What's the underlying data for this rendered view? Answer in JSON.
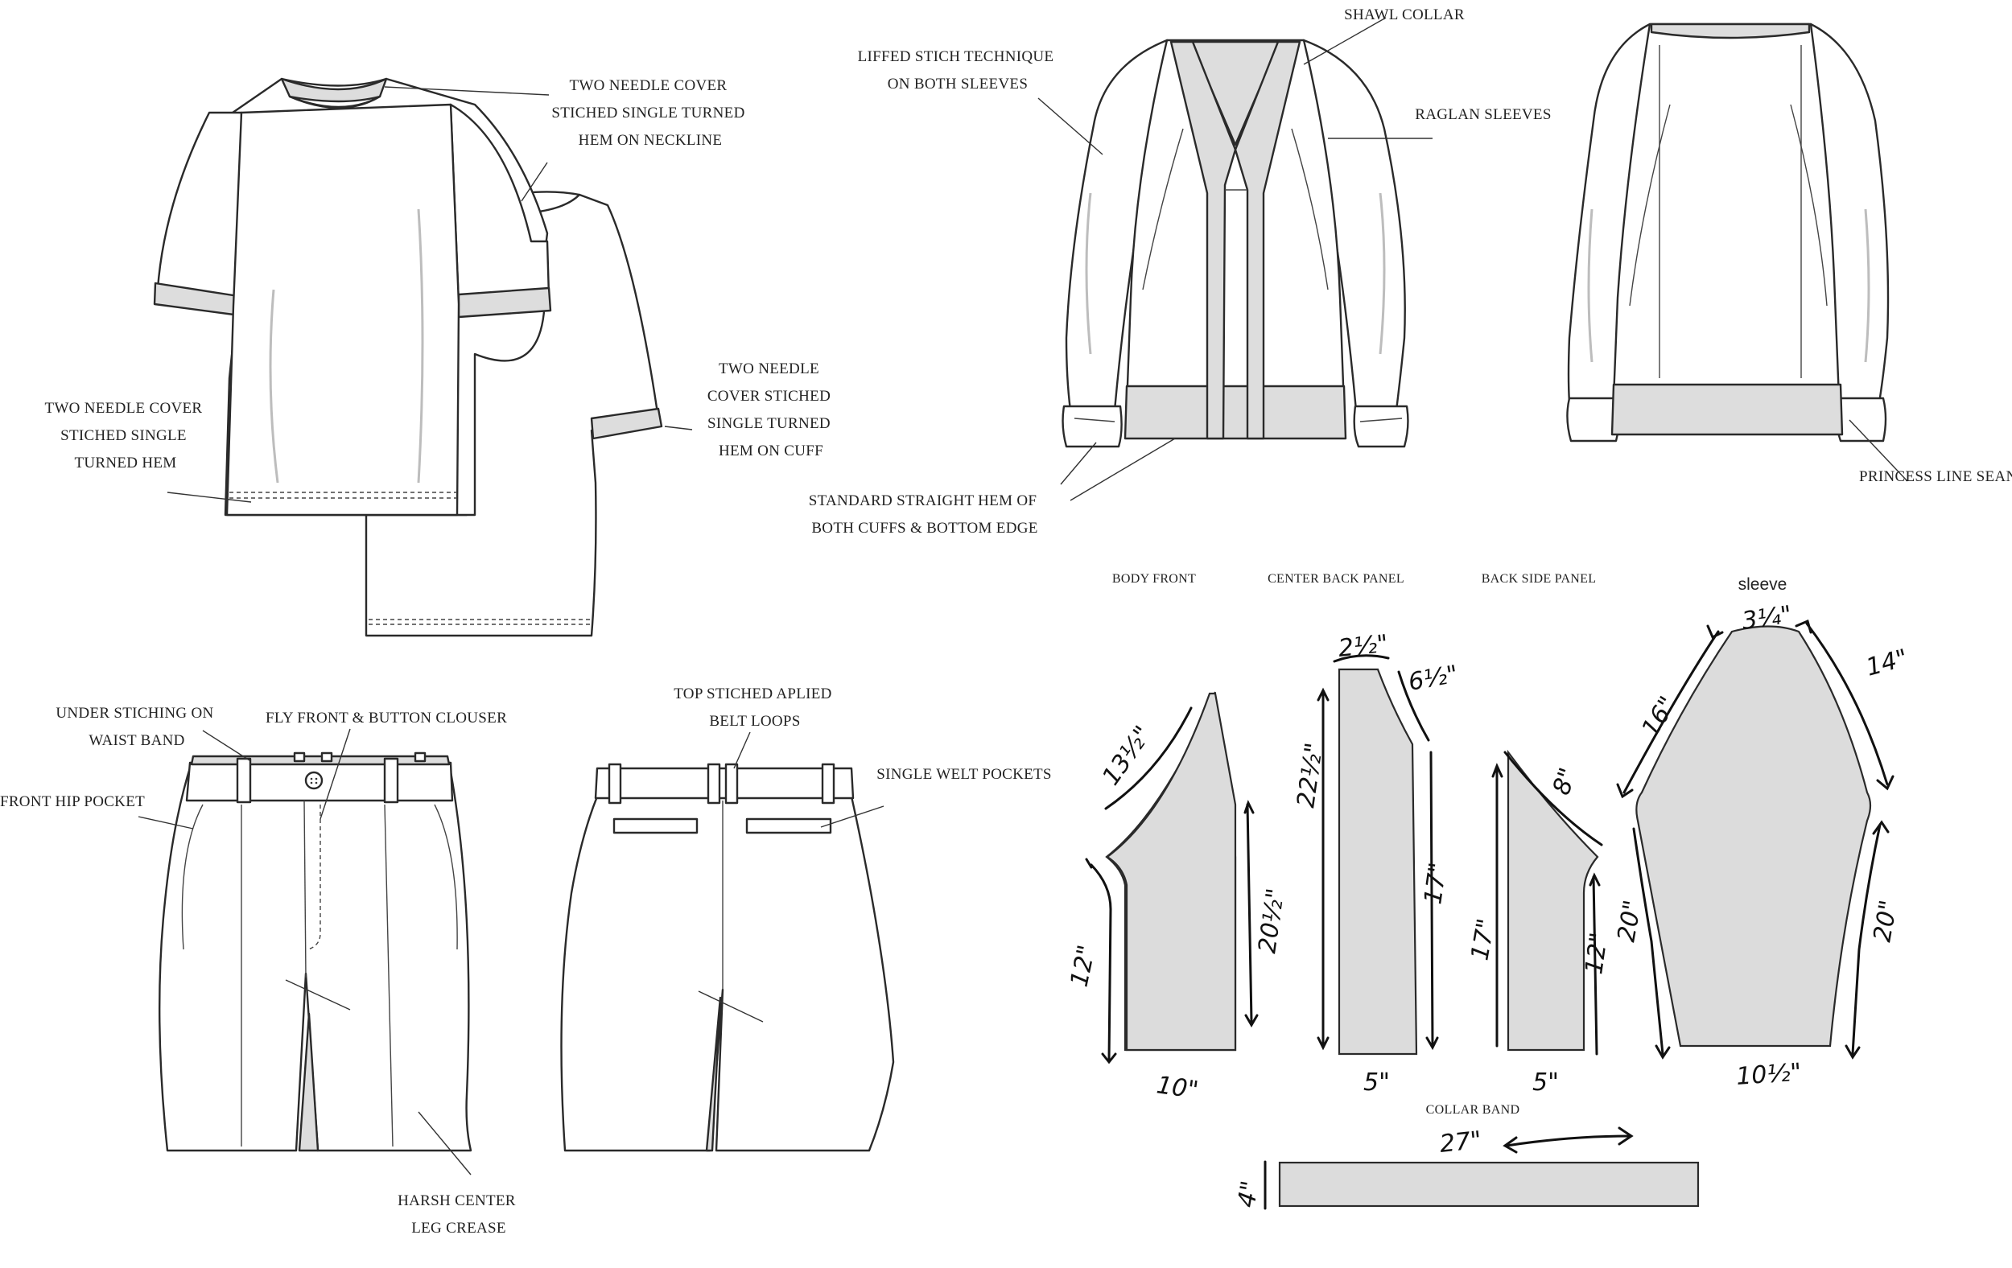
{
  "callouts": {
    "tshirt_neckline": [
      "TWO NEEDLE COVER",
      "STICHED SINGLE TURNED",
      "HEM ON NECKLINE"
    ],
    "tshirt_hem": [
      "TWO NEEDLE COVER",
      "STICHED SINGLE",
      "TURNED HEM"
    ],
    "tshirt_cuff": [
      "TWO NEEDLE",
      "COVER STICHED",
      "SINGLE TURNED",
      "HEM ON CUFF"
    ],
    "cardigan_shawl_collar": "SHAWL COLLAR",
    "cardigan_lifted_stitch": [
      "LIFFED STICH TECHNIQUE",
      "ON BOTH SLEEVES"
    ],
    "cardigan_raglan": "RAGLAN SLEEVES",
    "cardigan_hem": [
      "STANDARD STRAIGHT HEM OF",
      "BOTH CUFFS & BOTTOM EDGE"
    ],
    "cardigan_princess_seam": "PRINCESS LINE SEAN",
    "shorts_waistband": [
      "UNDER STICHING ON",
      "WAIST BAND"
    ],
    "shorts_fly": "FLY FRONT & BUTTON CLOUSER",
    "shorts_hip_pocket": "FRONT HIP POCKET",
    "shorts_crease": [
      "HARSH CENTER",
      "LEG CREASE"
    ],
    "shorts_belt_loops": [
      "TOP STICHED APLIED",
      "BELT LOOPS"
    ],
    "shorts_welt_pockets": "SINGLE WELT POCKETS"
  },
  "pattern": {
    "panel_titles": {
      "body_front": "BODY FRONT",
      "center_back": "CENTER BACK PANEL",
      "back_side": "BACK SIDE PANEL",
      "sleeve": "sleeve",
      "collar_band": "COLLAR BAND"
    },
    "measurements": {
      "body_front": {
        "neck_edge": "13½\"",
        "side_left": "12\"",
        "bottom": "10\"",
        "center_front": "20½\""
      },
      "center_back": {
        "top": "2½\"",
        "shoulder": "6½\"",
        "left": "22½\"",
        "right": "17\"",
        "bottom": "5\""
      },
      "back_side": {
        "left": "17\"",
        "armhole": "8\"",
        "right": "12\"",
        "bottom": "5\""
      },
      "sleeve": {
        "top": "3¼\"",
        "front_raglan": "16\"",
        "back_raglan": "14\"",
        "left": "20\"",
        "right": "20\"",
        "bottom": "10½\""
      },
      "collar_band": {
        "length": "27\"",
        "height": "4\""
      }
    }
  },
  "colors": {
    "panel_fill": "#dcdcdc",
    "outline": "#2a2a2a",
    "background": "#ffffff"
  }
}
